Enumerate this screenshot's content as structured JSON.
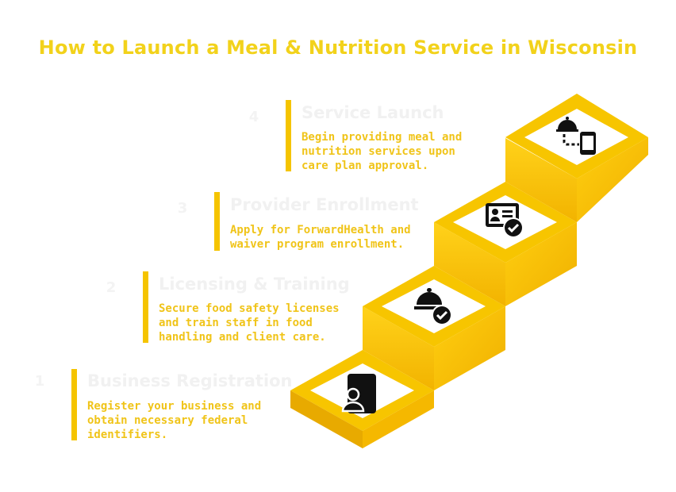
{
  "title": "How to Launch a Meal & Nutrition Service in Wisconsin",
  "colors": {
    "accent": "#f5c400",
    "title": "#f2d21b",
    "text": "#f0c419",
    "icon": "#111111"
  },
  "steps": [
    {
      "number": "1",
      "title": "Business Registration",
      "description": "Register your business and obtain necessary federal identifiers.",
      "icon": "document-user-icon"
    },
    {
      "number": "2",
      "title": "Licensing & Training",
      "description": "Secure food safety licenses and train staff in food handling and client care.",
      "icon": "meal-check-icon"
    },
    {
      "number": "3",
      "title": "Provider Enrollment",
      "description": "Apply for ForwardHealth and waiver program enrollment.",
      "icon": "id-card-check-icon"
    },
    {
      "number": "4",
      "title": "Service Launch",
      "description": "Begin providing meal and nutrition services upon care plan approval.",
      "icon": "meal-delivery-icon"
    }
  ]
}
